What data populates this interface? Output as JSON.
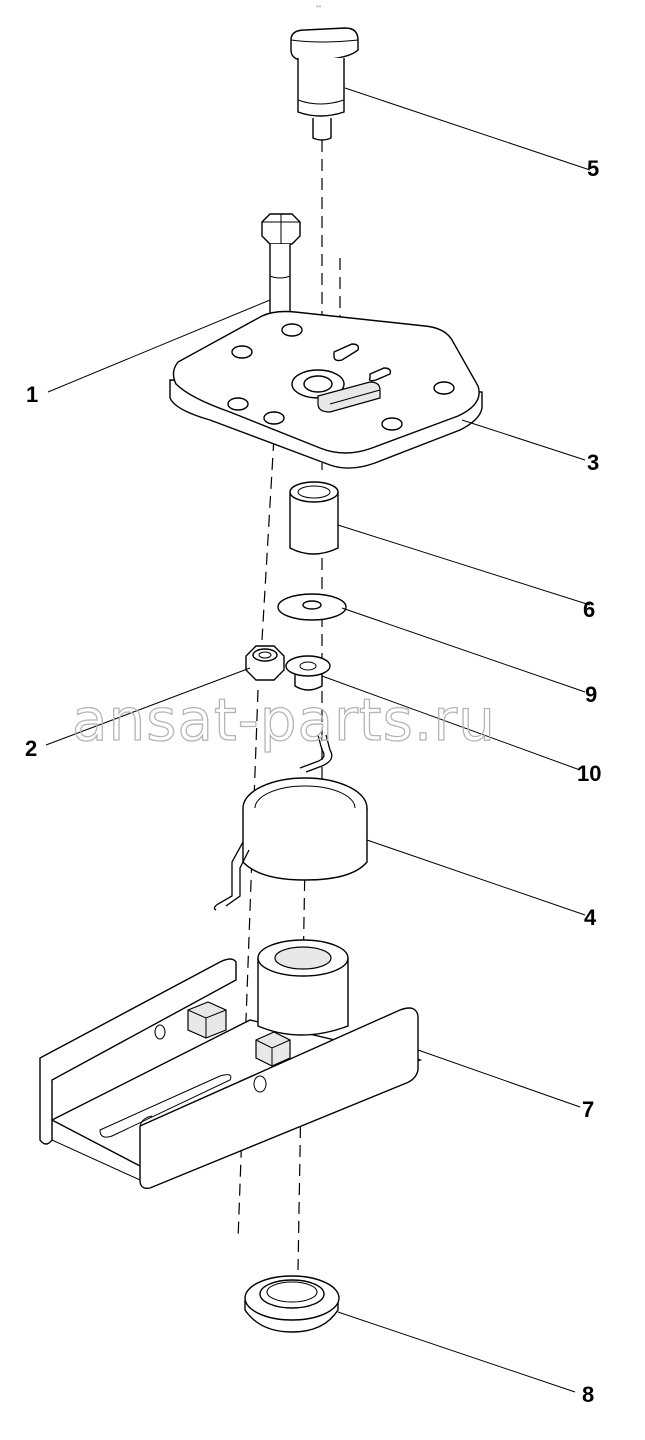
{
  "top_mark": "\"\"",
  "watermark": "ansat-parts.ru",
  "callouts": {
    "part1": "1",
    "part2": "2",
    "part3": "3",
    "part4": "4",
    "part5": "5",
    "part6": "6",
    "part7": "7",
    "part8": "8",
    "part9": "9",
    "part10": "10"
  }
}
